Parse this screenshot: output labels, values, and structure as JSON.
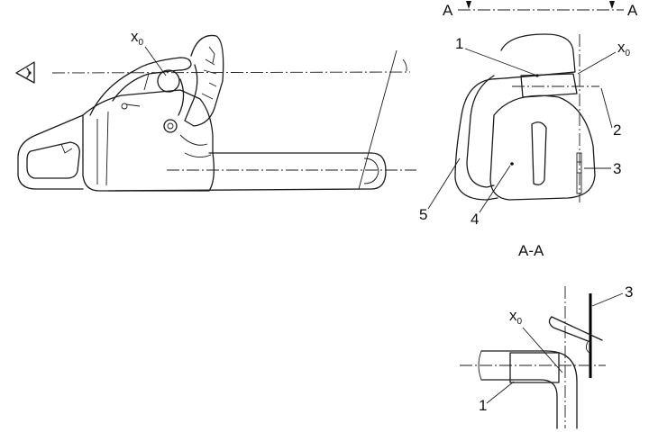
{
  "figure": {
    "section_marker_left": "A",
    "section_marker_right": "A",
    "section_caption": "A-A",
    "x0_symbol": "x",
    "x0_subscript": "0",
    "callouts": {
      "one": "1",
      "two": "2",
      "three": "3",
      "four": "4",
      "five": "5"
    }
  }
}
